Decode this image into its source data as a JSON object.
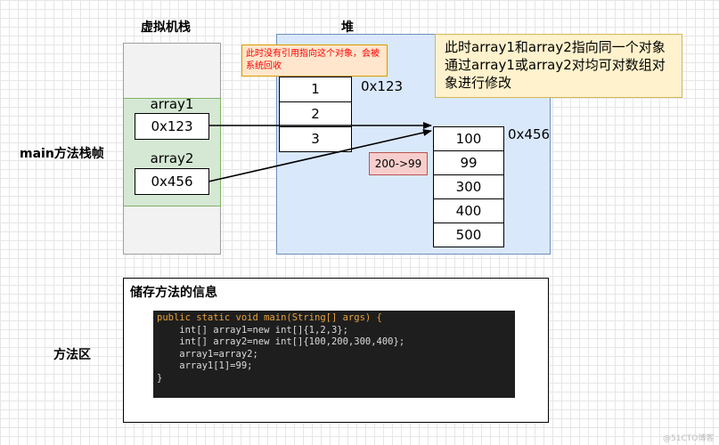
{
  "labels": {
    "stack_title": "虚拟机栈",
    "heap_title": "堆",
    "frame_label": "main方法栈帧",
    "method_area_label": "方法区",
    "method_info_title": "储存方法的信息",
    "watermark": "@51CTO博客"
  },
  "stack_frame": {
    "vars": [
      {
        "name": "array1",
        "value": "0x123"
      },
      {
        "name": "array2",
        "value": "0x456"
      }
    ]
  },
  "heap": {
    "array_a": {
      "address": "0x123",
      "cells": [
        "1",
        "2",
        "3"
      ]
    },
    "array_b": {
      "address": "0x456",
      "cells": [
        "100",
        "99",
        "300",
        "400",
        "500"
      ]
    },
    "change_label": "200->99"
  },
  "notes": {
    "unreferenced": "此时没有引用指向这个对象，会被系统回收",
    "shared_lines": [
      "此时array1和array2指向同一个对象",
      "通过array1或array2对均可对数组对",
      "象进行修改"
    ]
  },
  "code": {
    "line1": "public static void main(String[] args) {",
    "line2": "    int[] array1=new int[]{1,2,3};",
    "line3": "    int[] array2=new int[]{100,200,300,400};",
    "line4": "",
    "line5": "    array1=array2;",
    "line6": "    array1[1]=99;",
    "line7": "}"
  }
}
